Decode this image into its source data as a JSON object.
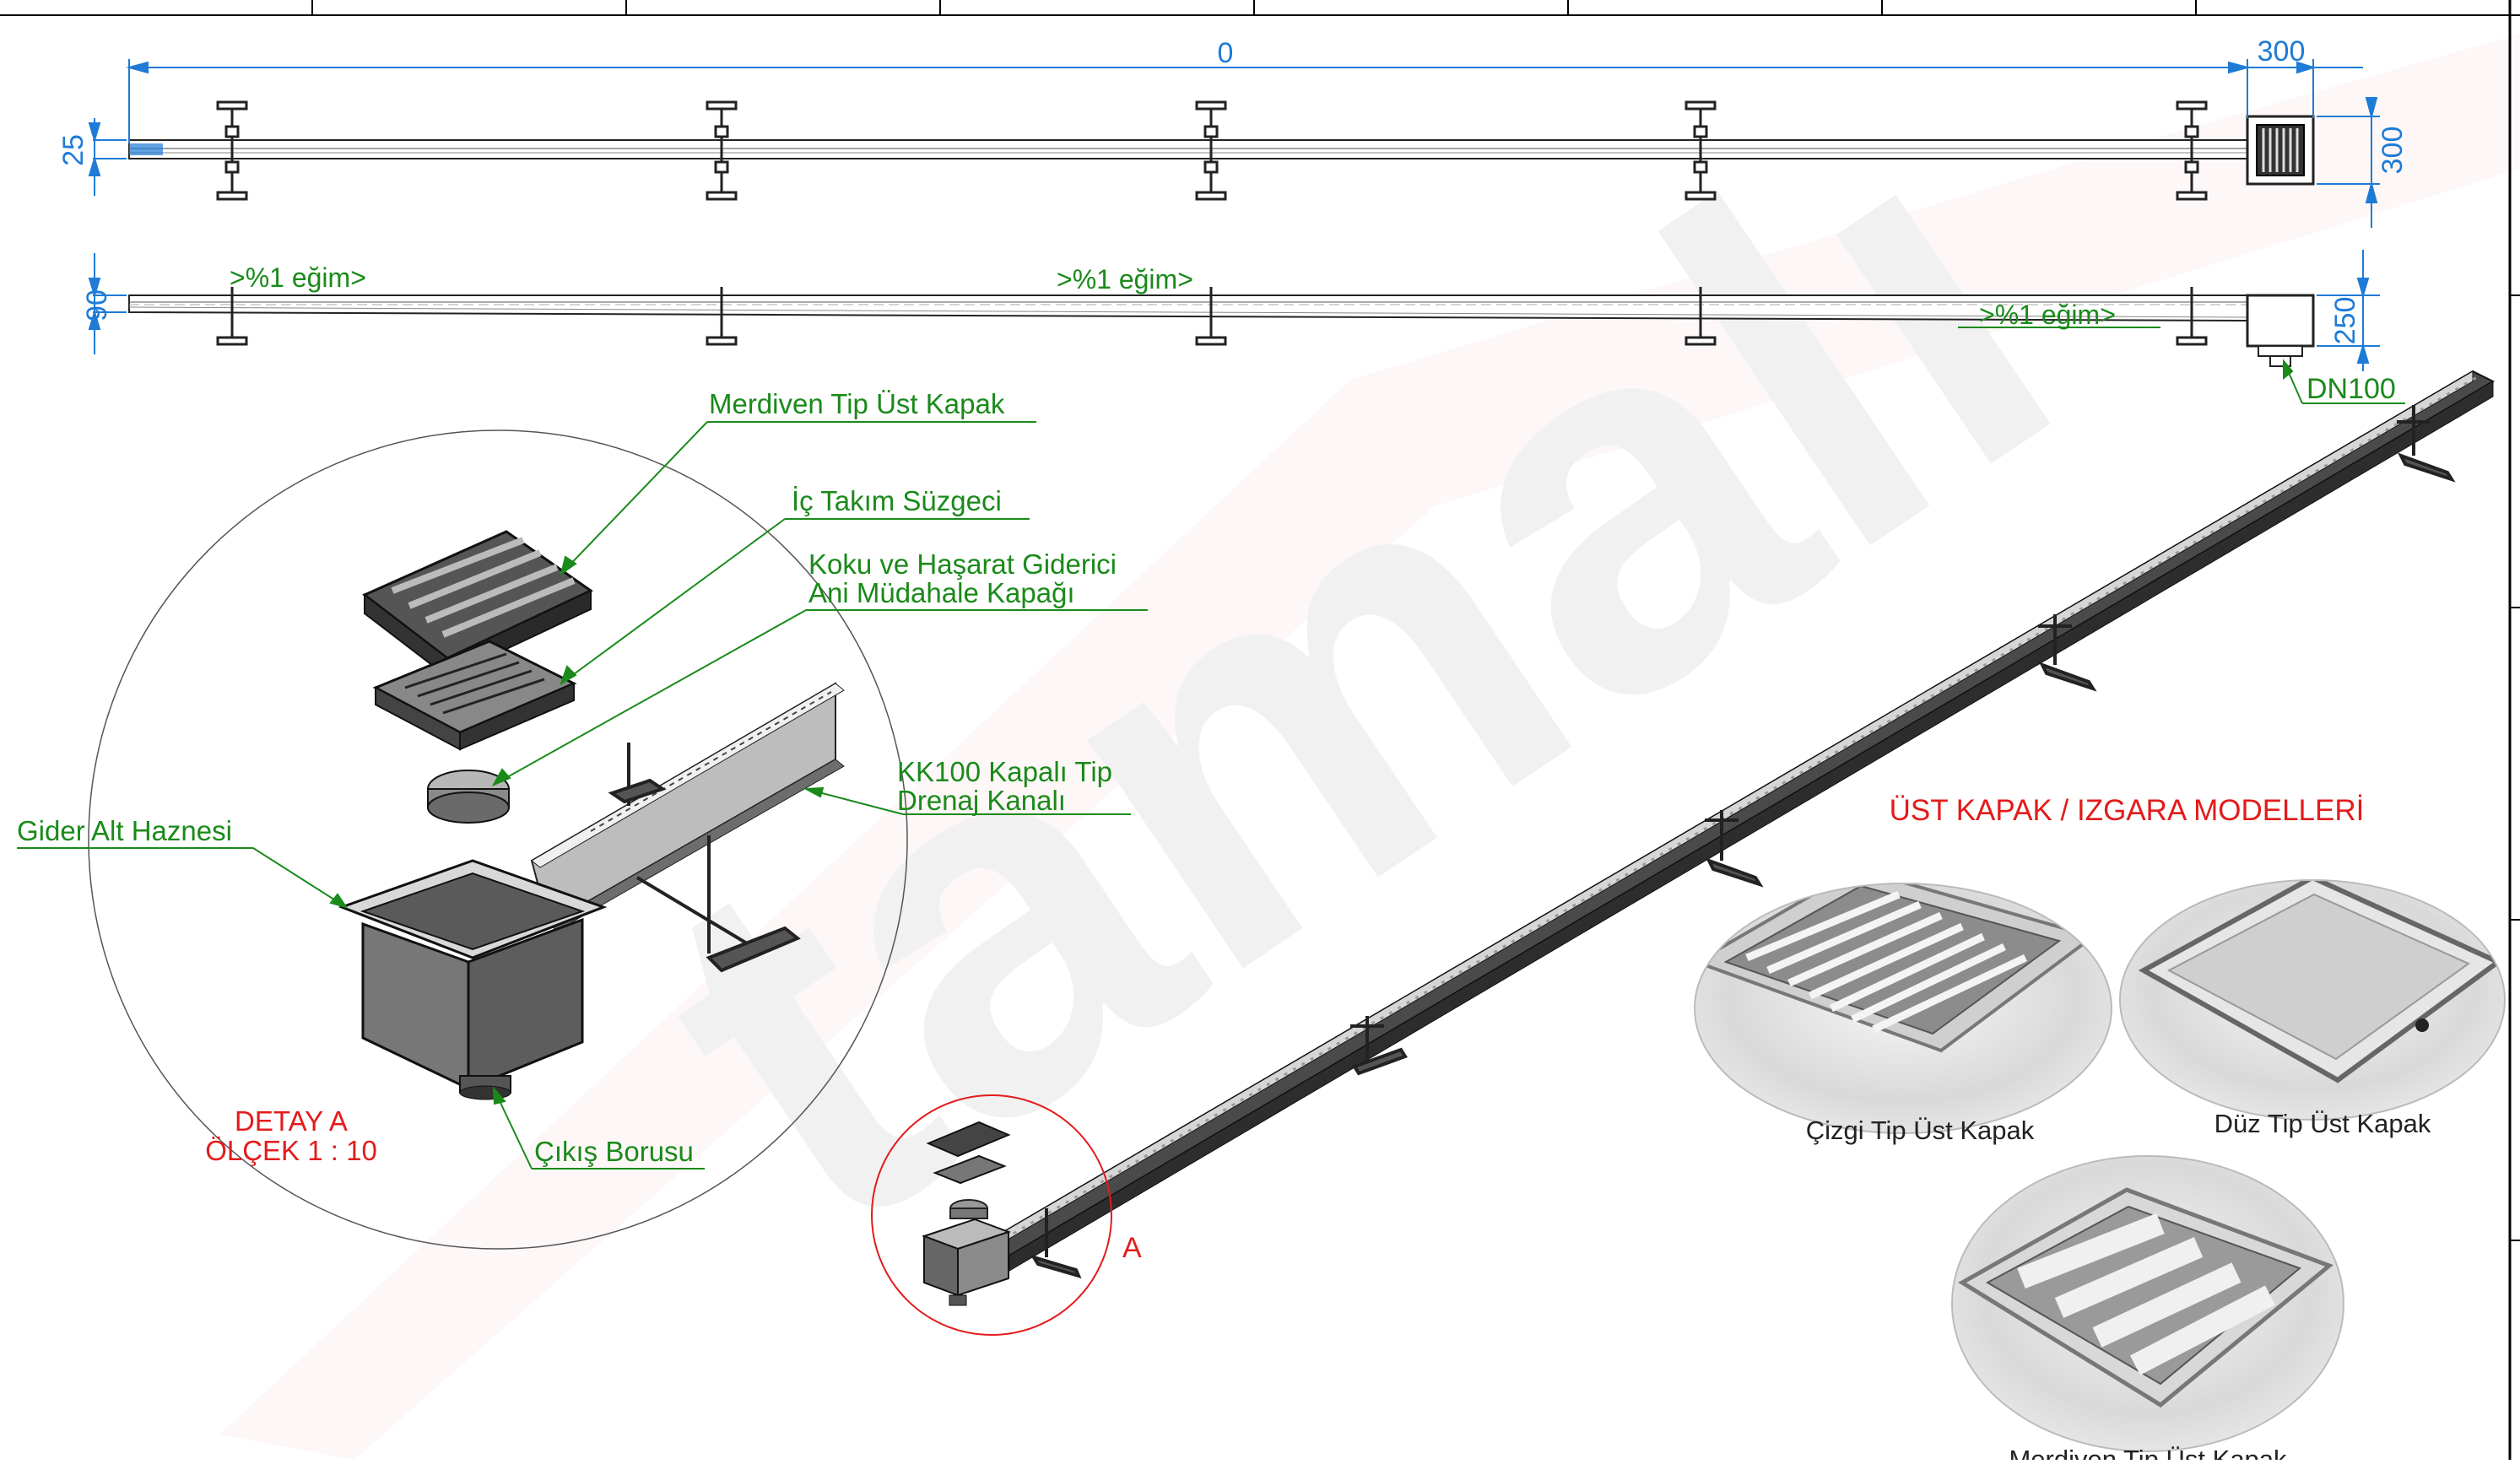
{
  "dimensions": {
    "total_length": "0",
    "box_width": "300",
    "box_depth_plan": "300",
    "channel_width": "25",
    "channel_height": "90",
    "box_height": "250",
    "outlet": "DN100"
  },
  "slope_labels": [
    ">%1 eğim>",
    ">%1 eğim>",
    ">%1 eğim>"
  ],
  "callouts": {
    "merdiven_kapak": "Merdiven Tip Üst Kapak",
    "ic_takim": "İç Takım Süzgeci",
    "koku_line1": "Koku ve Haşarat Giderici",
    "koku_line2": "Ani Müdahale Kapağı",
    "kk100_line1": "KK100 Kapalı Tip",
    "kk100_line2": "Drenaj Kanalı",
    "gider": "Gider Alt Haznesi",
    "cikis": "Çıkış Borusu"
  },
  "detail": {
    "title": "DETAY A",
    "scale": "ÖLÇEK 1 : 10",
    "marker": "A"
  },
  "models": {
    "heading": "ÜST KAPAK / IZGARA MODELLERİ",
    "items": [
      "Çizgi Tip Üst Kapak",
      "Düz Tip Üst Kapak",
      "Merdiven Tip Üst Kapak"
    ]
  },
  "colors": {
    "dimension": "#1e7bd6",
    "callout": "#1a8a1a",
    "red": "#e31b1b",
    "steel": "#3c3c3c"
  }
}
